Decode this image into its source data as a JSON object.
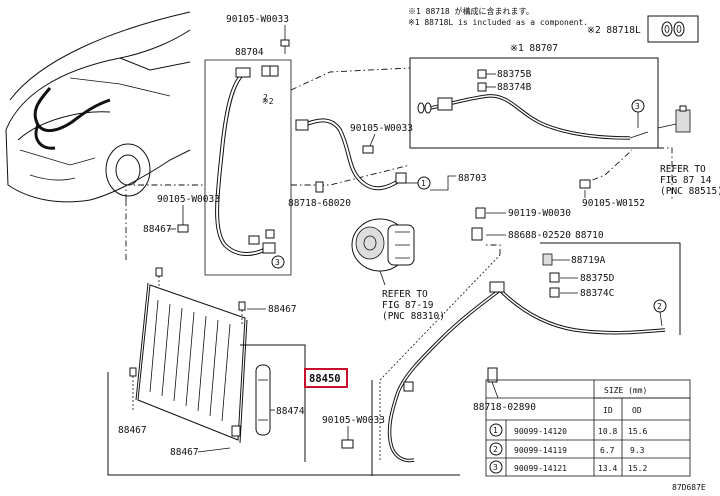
{
  "notes": {
    "line1": "※1 88718 が構成に含まれます。",
    "line2": "※1 88718L is included as a component."
  },
  "labels": {
    "b_90105_w0033_top": "90105-W0033",
    "b_88704": "88704",
    "b_88718l": "※2 88718L",
    "b_88707": "※1 88707",
    "b_88375b": "88375B",
    "b_88374b": "88374B",
    "b_90105_w0033_mid": "90105-W0033",
    "b_88703": "88703",
    "b_88718_68020": "88718-68020",
    "b_90105_w0033_left": "90105-W0033",
    "b_88467_a": "88467",
    "b_refer_fig87_14": "REFER TO",
    "b_refer_fig87_14_2": "FIG 87 14",
    "b_refer_fig87_14_3": "(PNC 88515)",
    "b_90105_w0152": "90105-W0152",
    "b_90119_w0030": "90119-W0030",
    "b_88688_02520": "88688-02520",
    "b_88710": "88710",
    "b_88719a": "88719A",
    "b_88375d": "88375D",
    "b_88374c": "88374C",
    "b_refer_fig87_19": "REFER TO",
    "b_refer_fig87_19_2": "FIG 87-19",
    "b_refer_fig87_19_3": "(PNC 88310)",
    "b_88467_b": "88467",
    "b_88450": "88450",
    "b_88474": "88474",
    "b_88467_c": "88467",
    "b_88467_d": "88467",
    "b_90105_w0033_bot": "90105-W0033",
    "b_88718_02890": "88718-02890",
    "b_footer_code": "87D687E"
  },
  "callouts": [
    "1",
    "2",
    "3"
  ],
  "size_table": {
    "title": "SIZE (mm)",
    "col_id": "ID",
    "col_od": "OD",
    "rows": [
      {
        "ref": "1",
        "part": "90099-14120",
        "id": "10.8",
        "od": "15.6"
      },
      {
        "ref": "2",
        "part": "90099-14119",
        "id": "6.7",
        "od": "9.3"
      },
      {
        "ref": "3",
        "part": "90099-14121",
        "id": "13.4",
        "od": "15.2"
      }
    ]
  }
}
